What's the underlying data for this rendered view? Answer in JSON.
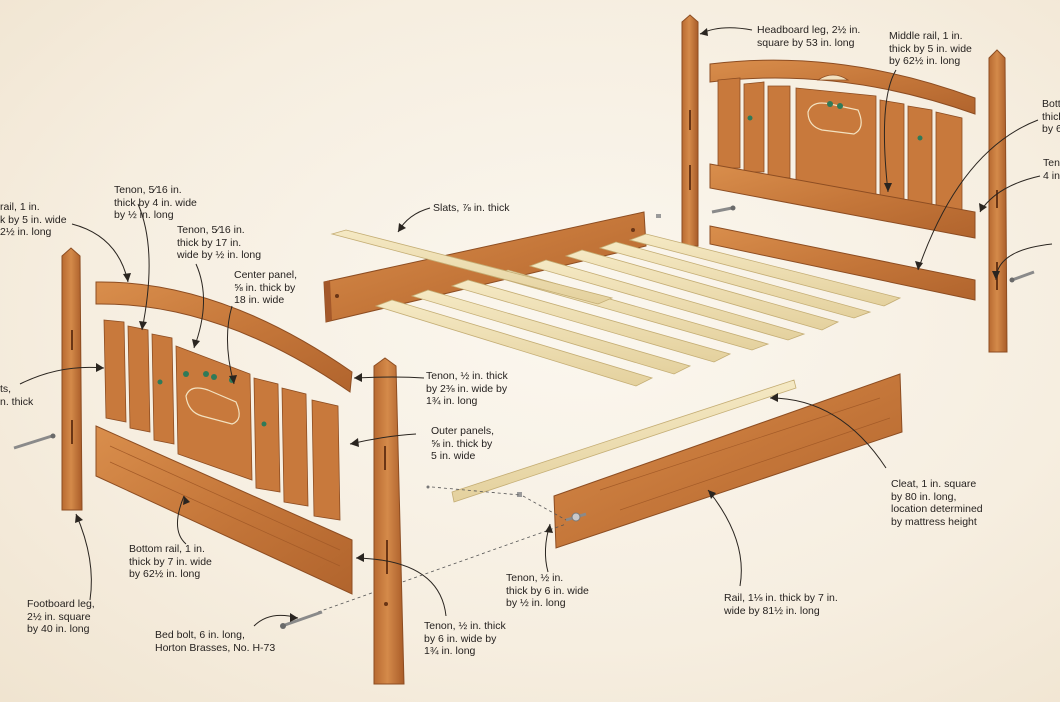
{
  "labels": {
    "headboard_leg": [
      "Headboard leg, 2½ in.",
      "square by 53 in. long"
    ],
    "middle_rail_head": [
      "Middle rail, 1 in.",
      "thick by 5 in. wide",
      "by 62½ in. long"
    ],
    "bottom_rail_head_partial": [
      "Bott",
      "thick",
      "by 6"
    ],
    "tenon_head_partial": [
      "Ten",
      "4 in"
    ],
    "slats": [
      "Slats, ⅞ in. thick"
    ],
    "middle_rail_foot_partial": [
      "rail, 1 in.",
      "k by 5 in. wide",
      "2½ in. long"
    ],
    "tenon_4in": [
      "Tenon, 5⁄16 in.",
      "thick by 4 in. wide",
      "by ½ in. long"
    ],
    "tenon_17in": [
      "Tenon, 5⁄16 in.",
      "thick by 17 in.",
      "wide by ½ in. long"
    ],
    "center_panel": [
      "Center panel,",
      "⅝ in. thick by",
      "18 in. wide"
    ],
    "slats_foot_partial": [
      "ts,",
      "n. thick"
    ],
    "tenon_2_3_8": [
      "Tenon, ½ in. thick",
      "by 2⅜ in. wide by",
      "1¾ in. long"
    ],
    "outer_panels": [
      "Outer panels,",
      "⅝ in. thick by",
      "5 in. wide"
    ],
    "cleat": [
      "Cleat, 1 in. square",
      "by 80 in. long,",
      "location determined",
      "by mattress height"
    ],
    "bottom_rail_foot": [
      "Bottom rail, 1 in.",
      "thick by 7 in. wide",
      "by 62½ in. long"
    ],
    "tenon_6in_mid": [
      "Tenon, ½ in.",
      "thick by 6 in. wide",
      "by ½ in. long"
    ],
    "footboard_leg": [
      "Footboard leg,",
      "2½ in. square",
      "by 40 in. long"
    ],
    "rail": [
      "Rail, 1⅛ in. thick  by 7 in.",
      "wide by 81½ in. long"
    ],
    "tenon_6in_bottom": [
      "Tenon, ½ in. thick",
      "by 6 in. wide by",
      "1¾ in. long"
    ],
    "bed_bolt": [
      "Bed bolt, 6 in. long,",
      "Horton Brasses, No. H-73"
    ]
  },
  "colors": {
    "wood": "#c7773a",
    "wood_dark": "#9b5526",
    "wood_light": "#dc9a5c",
    "slat": "#eedfb0",
    "slat_edge": "#c9b47e",
    "leader": "#2a2520",
    "inlay": "#2f7a58"
  }
}
